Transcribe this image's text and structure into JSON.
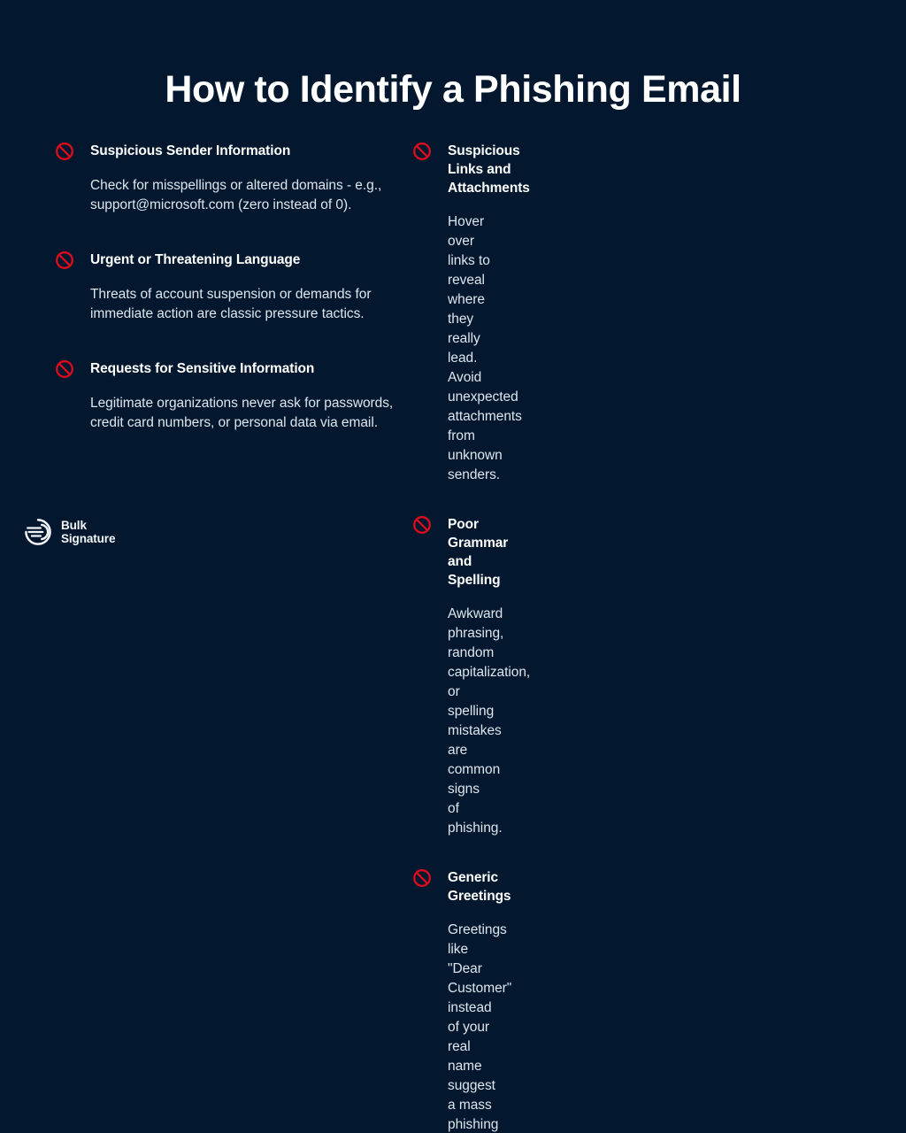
{
  "header": {
    "title": "How to Identify a Phishing Email"
  },
  "colors": {
    "background": "#03182e",
    "title_text": "#ffffff",
    "body_text": "#dfe5ee",
    "icon_red": "#dd0d1e",
    "logo_text": "#f2f5f9"
  },
  "columns": {
    "left": {
      "tips": [
        {
          "icon": "prohibition-icon",
          "title": "Suspicious Sender Information",
          "body": "Check for misspellings or altered domains - e.g., support@microsoft.com (zero instead of 0)."
        },
        {
          "icon": "prohibition-icon",
          "title": "Urgent or Threatening Language",
          "body": "Threats of account suspension or demands for immediate action are classic pressure tactics."
        },
        {
          "icon": "prohibition-icon",
          "title": "Requests for Sensitive Information",
          "body": "Legitimate organizations never ask for passwords, credit card numbers, or personal data via email."
        }
      ]
    },
    "right": {
      "tips": [
        {
          "icon": "prohibition-icon",
          "title": "Suspicious Links and Attachments",
          "body": "Hover over links to reveal where they really lead. Avoid unexpected attachments from unknown senders."
        },
        {
          "icon": "prohibition-icon",
          "title": "Poor Grammar and Spelling",
          "body": "Awkward phrasing, random capitalization, or spelling mistakes are common signs of phishing."
        },
        {
          "icon": "prohibition-icon",
          "title": "Generic Greetings",
          "body": "Greetings like \"Dear Customer\" instead of your real name suggest a mass phishing campaign."
        }
      ]
    }
  },
  "logo": {
    "mark": "bulk-signature-logo-icon",
    "line1": "Bulk",
    "line2": "Signature"
  }
}
